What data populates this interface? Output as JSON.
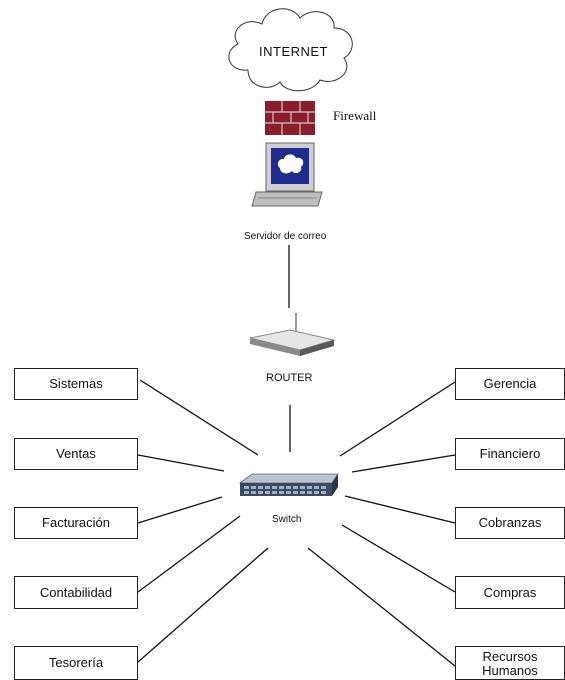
{
  "nodes": {
    "internet": "INTERNET",
    "firewall": "Firewall",
    "mail_server": "Servidor de correo",
    "router": "ROUTER",
    "switch": "Switch"
  },
  "departments_left": [
    {
      "name": "Sistemas"
    },
    {
      "name": "Ventas"
    },
    {
      "name": "Facturación"
    },
    {
      "name": "Contabilidad"
    },
    {
      "name": "Tesorería"
    }
  ],
  "departments_right": [
    {
      "name": "Gerencia"
    },
    {
      "name": "Financiero"
    },
    {
      "name": "Cobranzas"
    },
    {
      "name": "Compras"
    },
    {
      "name": "Recursos Humanos"
    }
  ],
  "colors": {
    "firewall_brick": "#8b1c2c",
    "monitor_screen": "#1f2b8f",
    "line": "#111111"
  },
  "icons": [
    "cloud-icon",
    "firewall-icon",
    "computer-icon",
    "router-icon",
    "switch-icon"
  ]
}
